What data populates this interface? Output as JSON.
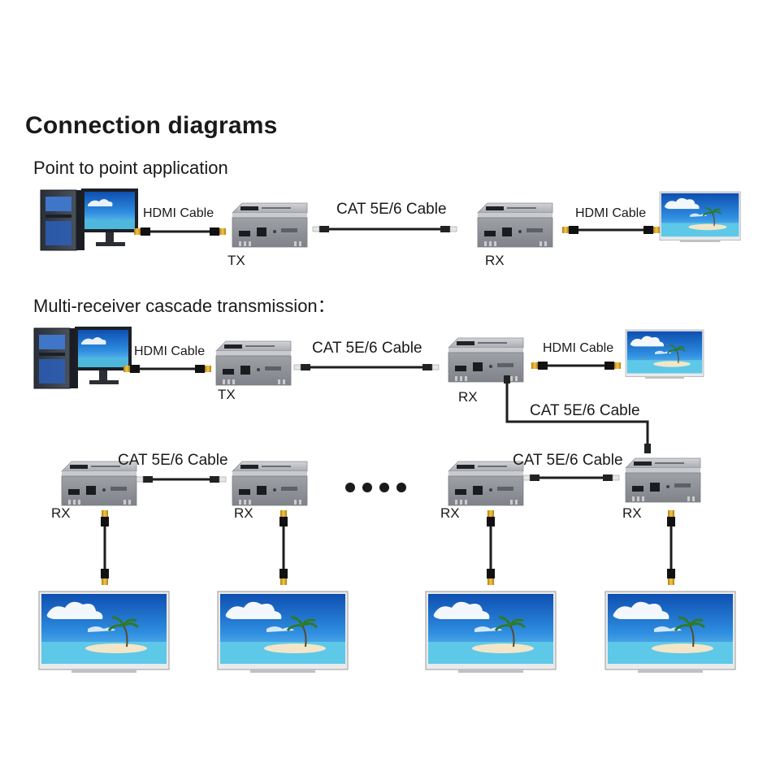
{
  "title": "Connection diagrams",
  "section1": {
    "heading": "Point to point application",
    "hdmi_in": "HDMI Cable",
    "cat": "CAT 5E/6 Cable",
    "hdmi_out": "HDMI Cable",
    "tx": "TX",
    "rx": "RX"
  },
  "section2": {
    "heading": "Multi-receiver cascade transmission：",
    "hdmi_in": "HDMI Cable",
    "cat_main": "CAT 5E/6 Cable",
    "hdmi_out": "HDMI Cable",
    "cat_down": "CAT 5E/6 Cable",
    "tx": "TX",
    "rx_main": "RX",
    "cat_left": "CAT 5E/6 Cable",
    "cat_right": "CAT 5E/6 Cable",
    "rx1": "RX",
    "rx2": "RX",
    "rx3": "RX",
    "rx4": "RX"
  },
  "colors": {
    "device_body": "#9a9da2",
    "device_top": "#c4c6ca",
    "cable": "#1e1e1e",
    "connector_gold": "#d9a520",
    "screen_sky": "#1b6fd0",
    "sea": "#5ec8e8",
    "sand": "#f2e6c8"
  }
}
